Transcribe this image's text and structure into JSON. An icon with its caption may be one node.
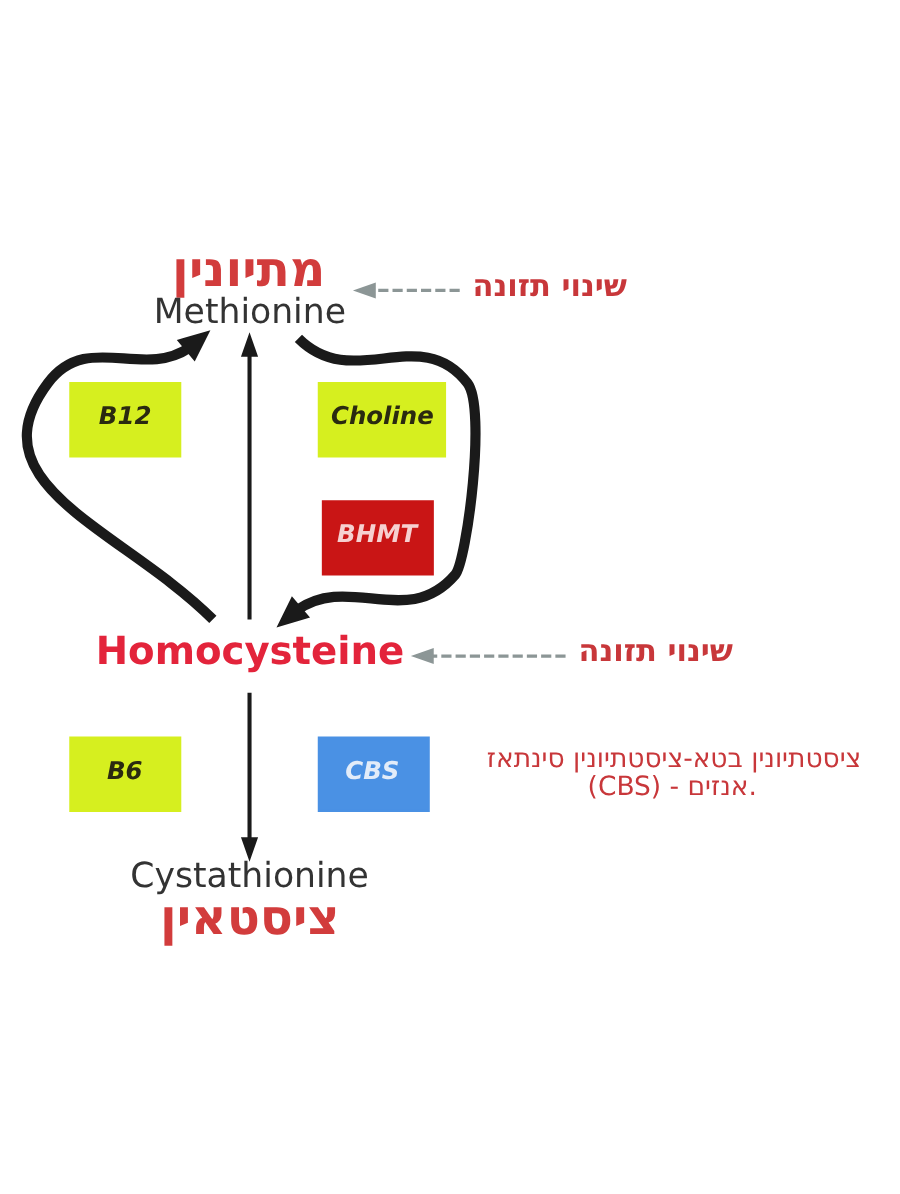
{
  "diagram": {
    "nodes": [
      {
        "text": [
          "מתיונין",
          "Methionine"
        ]
      },
      {
        "text": [
          "שינוי תזונה"
        ]
      },
      {
        "text": [
          "B12"
        ]
      },
      {
        "text": [
          "Choline"
        ]
      },
      {
        "text": [
          "BHMT"
        ]
      },
      {
        "text": [
          "Homocysteine"
        ]
      },
      {
        "text": [
          "שינוי תזונה"
        ]
      },
      {
        "text": [
          "B6"
        ]
      },
      {
        "text": [
          "CBS"
        ]
      },
      {
        "text": [
          "Cystathionine",
          "ציסטאין"
        ]
      }
    ],
    "edges": [
      {
        "from": 5,
        "to": 0,
        "arrow": "to"
      },
      {
        "from": 5,
        "to": 0,
        "arrow": "to",
        "style": "thick"
      },
      {
        "from": 0,
        "to": 5,
        "arrow": "to",
        "style": "thick"
      },
      {
        "from": 1,
        "to": 0,
        "arrow": "to",
        "style": "dashed",
        "color": "#8c9696"
      },
      {
        "from": 6,
        "to": 5,
        "arrow": "to",
        "style": "dashed",
        "color": "#8c9696"
      },
      {
        "from": 5,
        "to": 9,
        "arrow": "to"
      }
    ],
    "labels": [
      "ציסטתיונין בטא-ציסטתיונין סינתאז (CBS) - אנזים."
    ]
  }
}
